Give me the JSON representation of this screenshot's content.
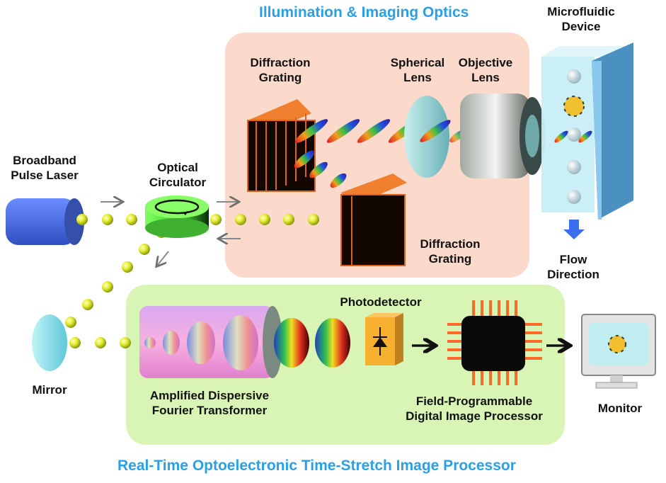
{
  "titles": {
    "illumination": "Illumination & Imaging Optics",
    "processor": "Real-Time Optoelectronic Time-Stretch Image Processor"
  },
  "labels": {
    "laser": [
      "Broadband",
      "Pulse Laser"
    ],
    "circulator": [
      "Optical",
      "Circulator"
    ],
    "grating_top": [
      "Diffraction",
      "Grating"
    ],
    "spherical_lens": [
      "Spherical",
      "Lens"
    ],
    "objective_lens": [
      "Objective",
      "Lens"
    ],
    "microfluidic": [
      "Microfluidic",
      "Device"
    ],
    "grating_bottom": [
      "Diffraction",
      "Grating"
    ],
    "flow": [
      "Flow",
      "Direction"
    ],
    "mirror": "Mirror",
    "adft": [
      "Amplified Dispersive",
      "Fourier Transformer"
    ],
    "photodetector": "Photodetector",
    "fpga": [
      "Field-Programmable",
      "Digital Image Processor"
    ],
    "monitor": "Monitor"
  },
  "colors": {
    "title_blue": "#2aa0e6",
    "top_panel": "#fbd9cb",
    "bottom_panel": "#d9f5b6",
    "pulse_yellow": "#e6ee3a",
    "laser_blue": "#4a6fe0",
    "circulator_green": "#66ee44",
    "grating_orange": "#f07a2a",
    "chip_pin": "#ff6a2a"
  }
}
